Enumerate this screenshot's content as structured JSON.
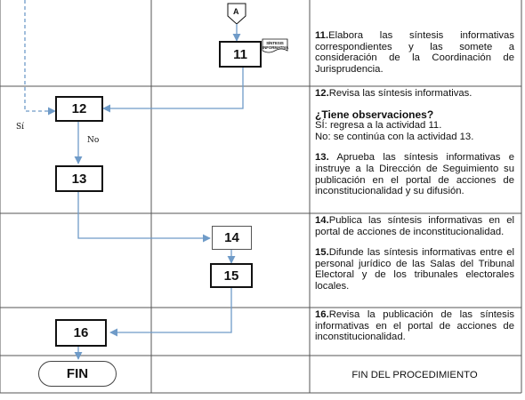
{
  "connector": {
    "label": "A"
  },
  "document": {
    "line1": "SÍNTESIS",
    "line2": "INFORMATIVA"
  },
  "boxes": {
    "b11": "11",
    "b12": "12",
    "b13": "13",
    "b14": "14",
    "b15": "15",
    "b16": "16",
    "fin": "FIN"
  },
  "branch": {
    "yes": "Sí",
    "no": "No"
  },
  "descriptions": {
    "a11": {
      "num": "11.",
      "text": "Elabora las síntesis informativas correspondientes y las somete a consideración de la Coordinación de Jurisprudencia."
    },
    "a12": {
      "num": "12.",
      "text": "Revisa las síntesis informativas."
    },
    "question": "¿Tiene observaciones?",
    "yes_line": "SÍ: regresa a la actividad 11.",
    "no_line": "No: se continúa con la actividad 13.",
    "a13": {
      "num": "13.",
      "text": " Aprueba las síntesis informativas e instruye a la Dirección de Seguimiento su publicación en el portal de acciones de inconstitucionalidad y su difusión."
    },
    "a14": {
      "num": "14.",
      "text": "Publica las síntesis informativas en el portal de acciones de inconstitucionalidad."
    },
    "a15": {
      "num": "15.",
      "text": "Difunde las síntesis informativas entre el personal jurídico de las Salas del Tribunal Electoral y de los tribunales electorales locales."
    },
    "a16": {
      "num": "16.",
      "text": "Revisa la publicación de las síntesis informativas en el portal de acciones de inconstitucionalidad."
    },
    "end": "FIN DEL PROCEDIMIENTO"
  },
  "colors": {
    "arrow": "#6f9bc8",
    "grid": "#555555",
    "border": "#111111"
  }
}
